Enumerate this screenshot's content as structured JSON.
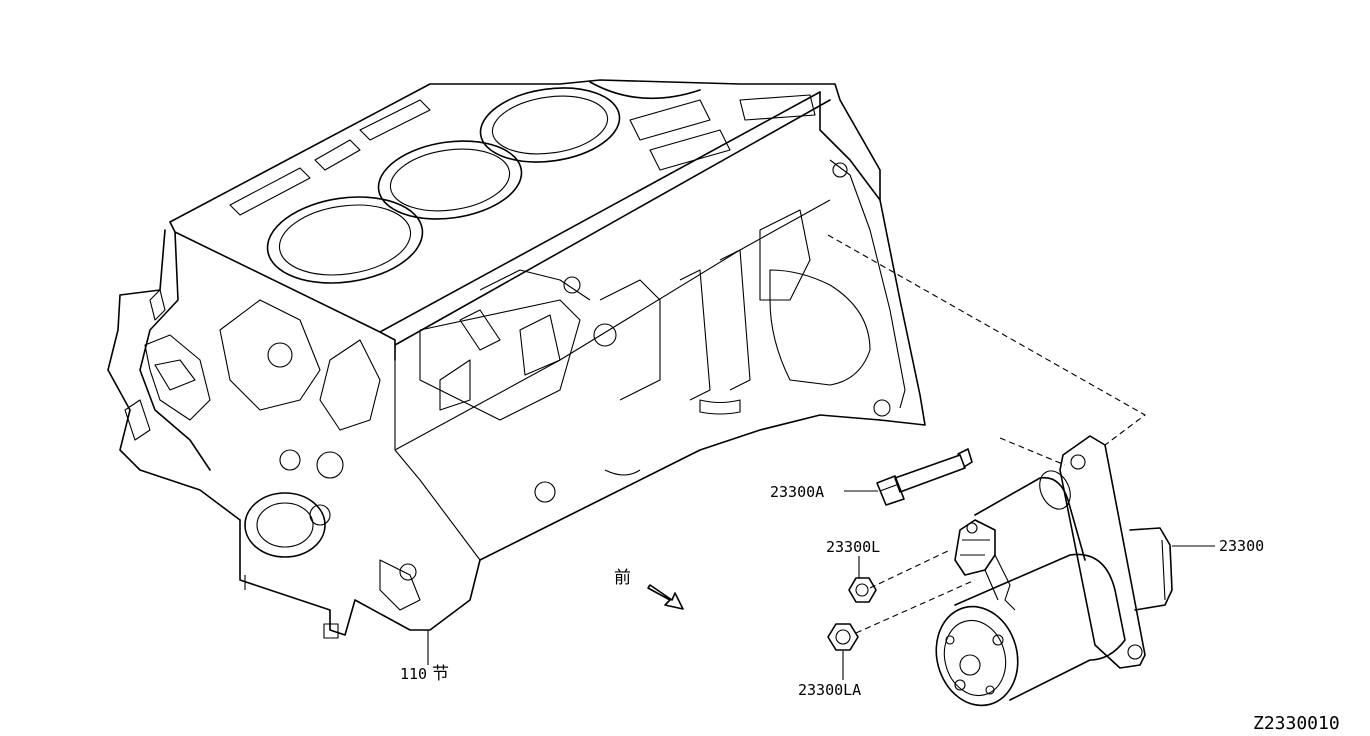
{
  "callouts": {
    "engine_block": "110",
    "engine_block_note": "节",
    "bolt": "23300A",
    "nut_l": "23300L",
    "nut_la": "23300LA",
    "starter_motor": "23300"
  },
  "front_indicator": {
    "label": "前",
    "icon": "front-arrow-icon"
  },
  "diagram_code": "Z2330010"
}
